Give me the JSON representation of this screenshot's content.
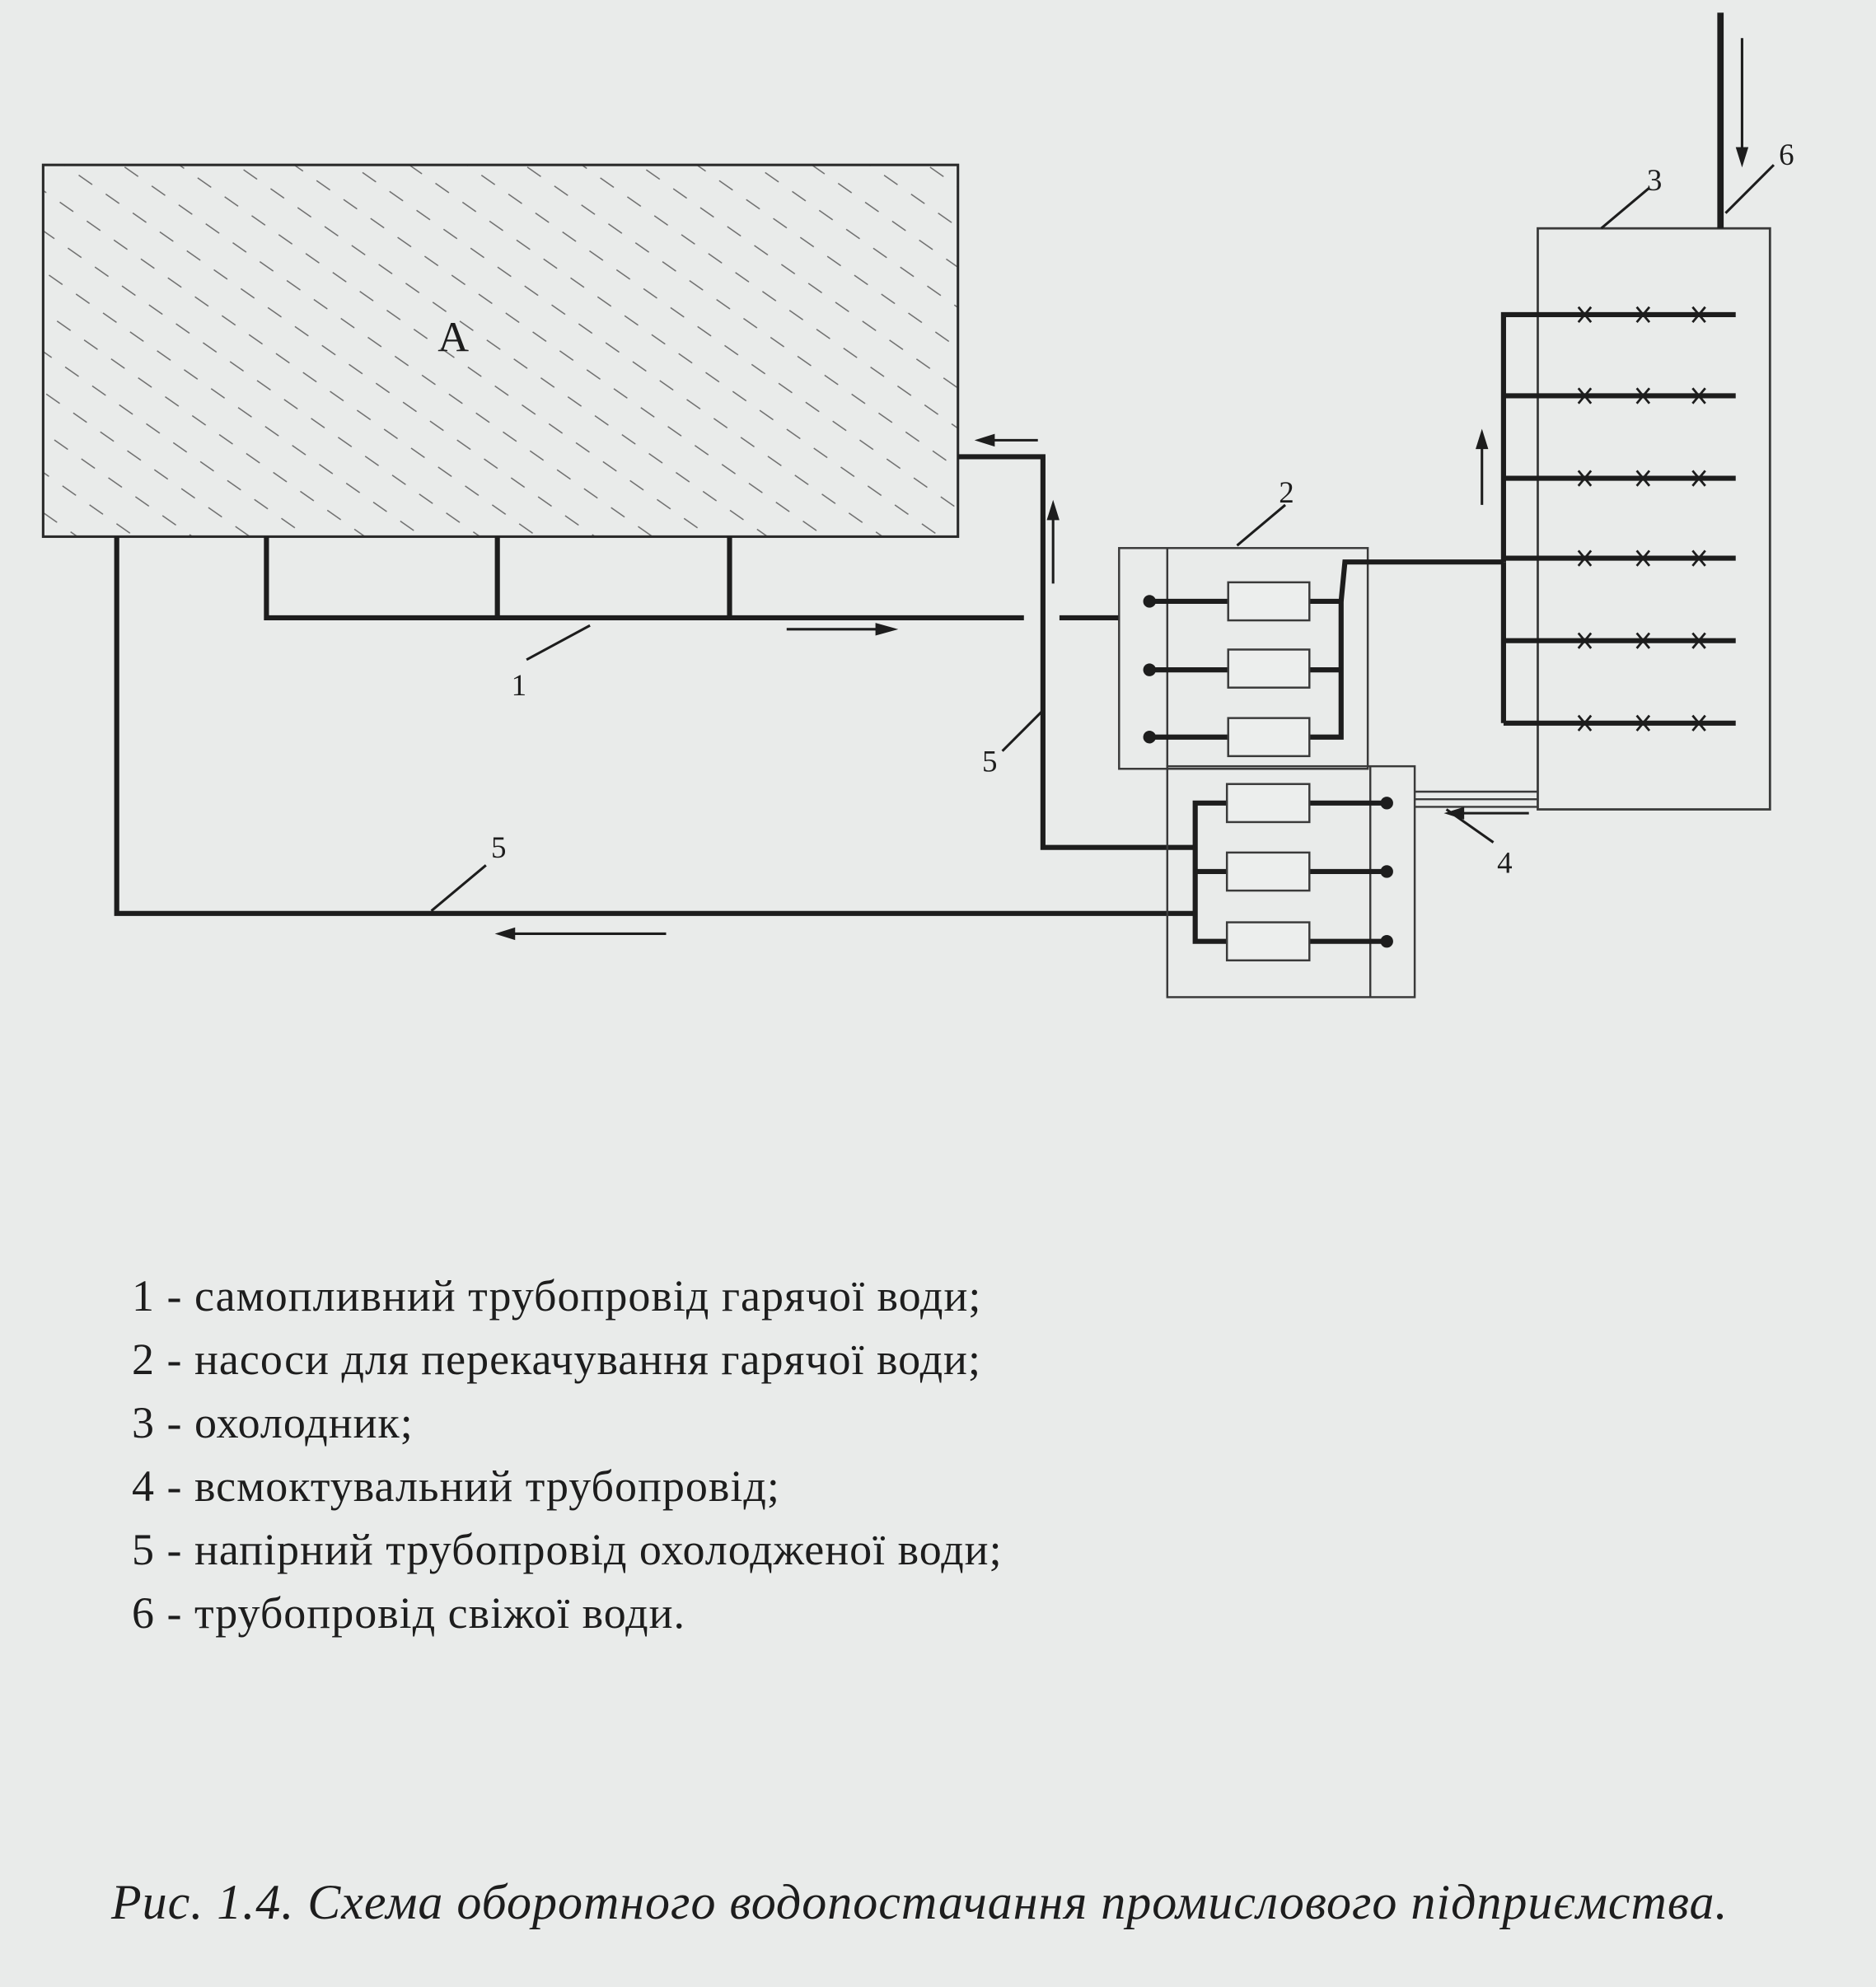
{
  "diagram": {
    "block_label": "A",
    "labels": {
      "pipe_1": "1",
      "pumps_2": "2",
      "cooler_3": "3",
      "suction_4": "4",
      "pressure_5_top": "5",
      "pressure_5_bottom": "5",
      "fresh_6": "6"
    }
  },
  "legend": [
    {
      "text": "1 - самопливний трубопровід гарячої води;"
    },
    {
      "text": "2 - насоси для перекачування гарячої води;"
    },
    {
      "text": "3 - охолодник;"
    },
    {
      "text": "4 - всмоктувальний трубопровід;"
    },
    {
      "text": "5 - напірний трубопровід охолодженої води;"
    },
    {
      "text": "6 - трубопровід свіжої води."
    }
  ],
  "caption": "Рис. 1.4. Схема оборотного водопостачання промислового підприємства.",
  "colors": {
    "background": "#e9ebea",
    "ink": "#1d1d1d",
    "thin_line": "#3a3a3a"
  }
}
